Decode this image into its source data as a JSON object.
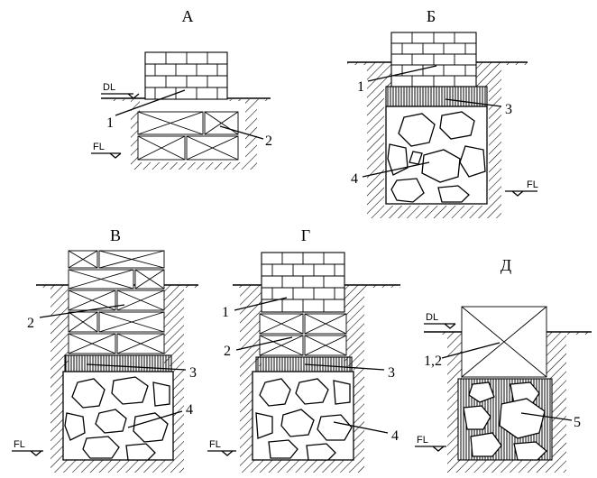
{
  "panels": {
    "a": {
      "label": "А",
      "callouts": [
        "1",
        "2"
      ],
      "levels": {
        "dl": "DL",
        "fl": "FL"
      }
    },
    "b": {
      "label": "Б",
      "callouts": [
        "1",
        "3",
        "4"
      ],
      "levels": {
        "fl": "FL"
      }
    },
    "v": {
      "label": "В",
      "callouts": [
        "2",
        "3",
        "4"
      ],
      "levels": {
        "fl": "FL"
      }
    },
    "g": {
      "label": "Г",
      "callouts": [
        "1",
        "2",
        "3",
        "4"
      ],
      "levels": {
        "fl": "FL"
      }
    },
    "d": {
      "label": "Д",
      "callouts": [
        "1,2",
        "5"
      ],
      "levels": {
        "dl": "DL",
        "fl": "FL"
      }
    }
  }
}
